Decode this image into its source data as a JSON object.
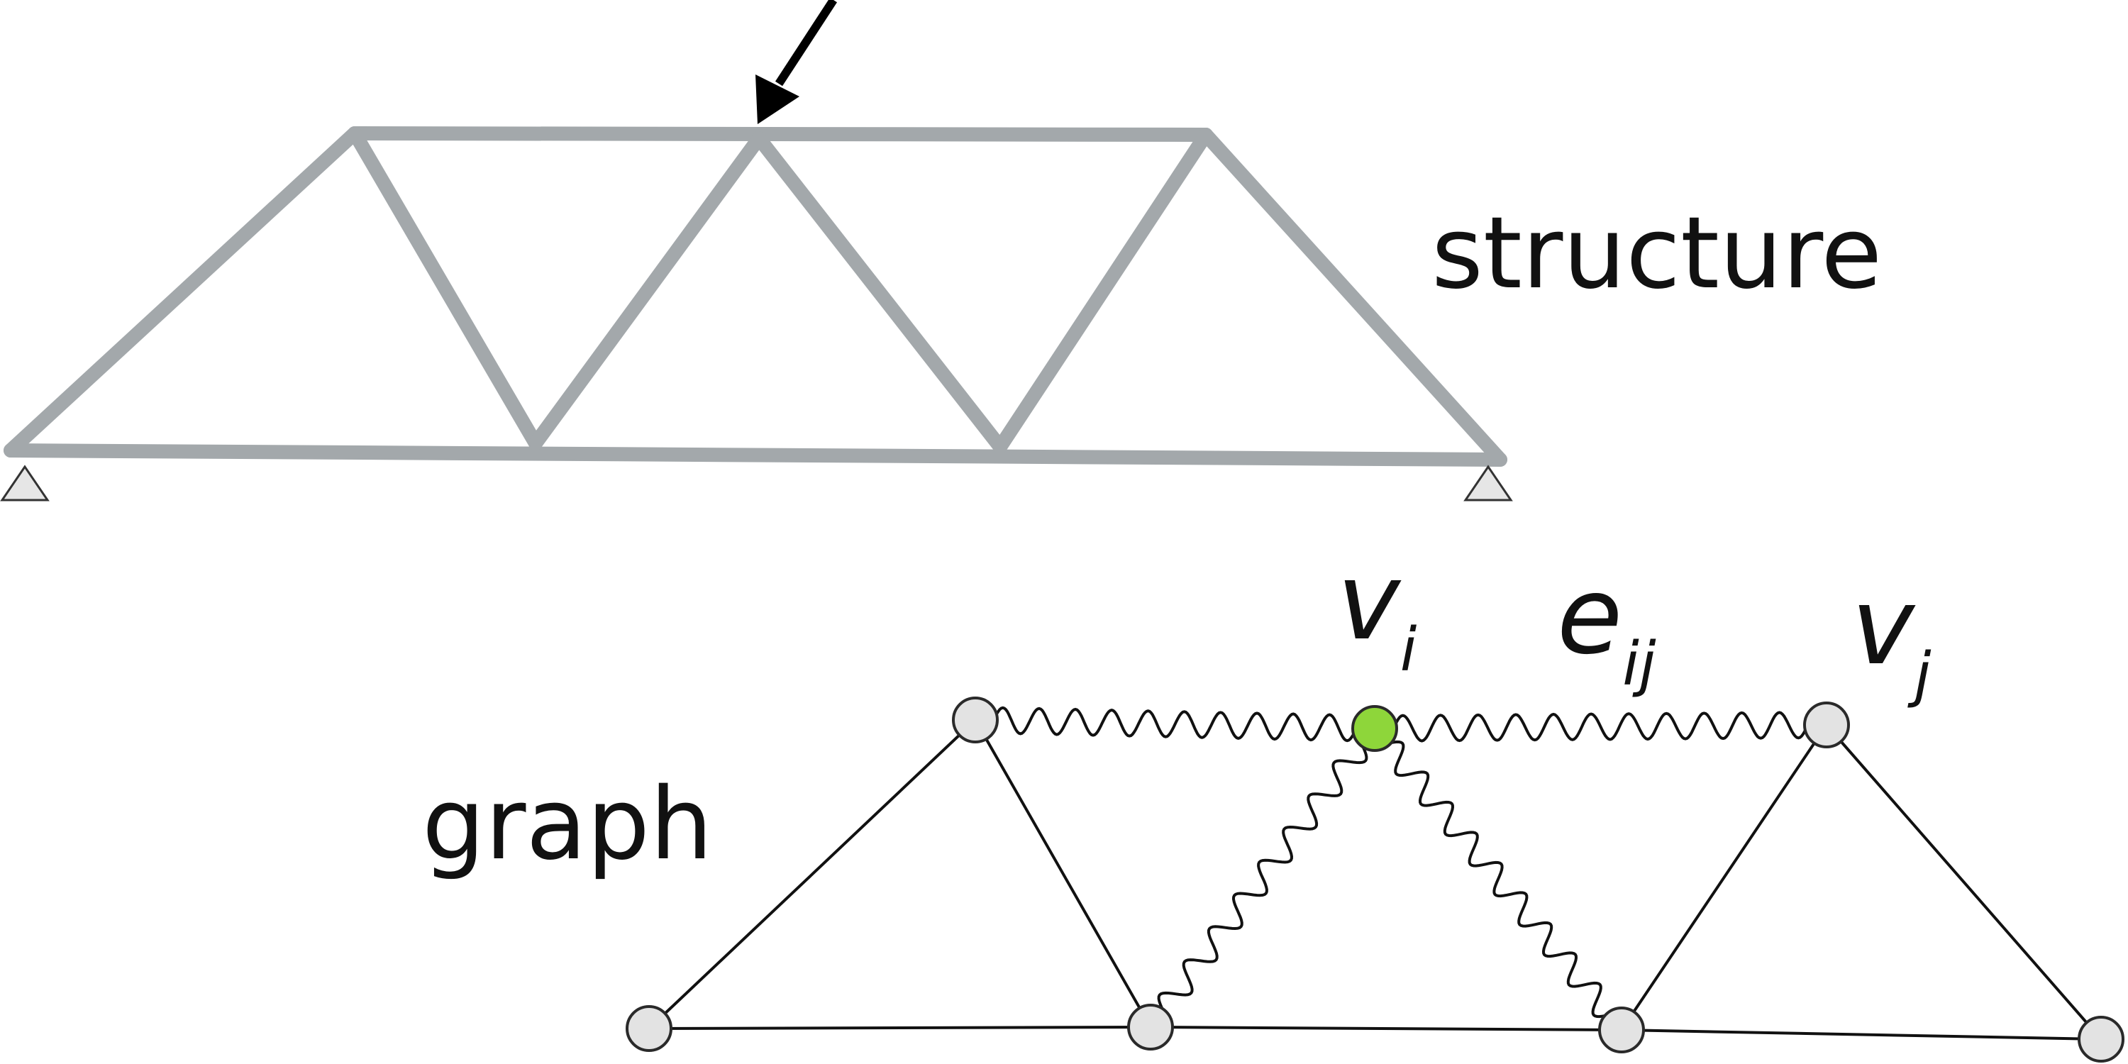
{
  "labels": {
    "structure": "structure",
    "graph": "graph"
  },
  "math_labels": {
    "v_i": {
      "base": "v",
      "sub": "i"
    },
    "e_ij": {
      "base": "e",
      "sub": "ij"
    },
    "v_j": {
      "base": "v",
      "sub": "j"
    }
  },
  "colors": {
    "truss_member": "#a3a8ab",
    "edge": "#111111",
    "node_fill": "#e3e3e3",
    "node_stroke": "#2a2a2a",
    "highlight_node": "#8ed63a",
    "support_fill": "#e6e6e6",
    "arrow": "#000000"
  },
  "icons": {
    "load": "arrow-icon",
    "support": "triangle-support-icon"
  }
}
